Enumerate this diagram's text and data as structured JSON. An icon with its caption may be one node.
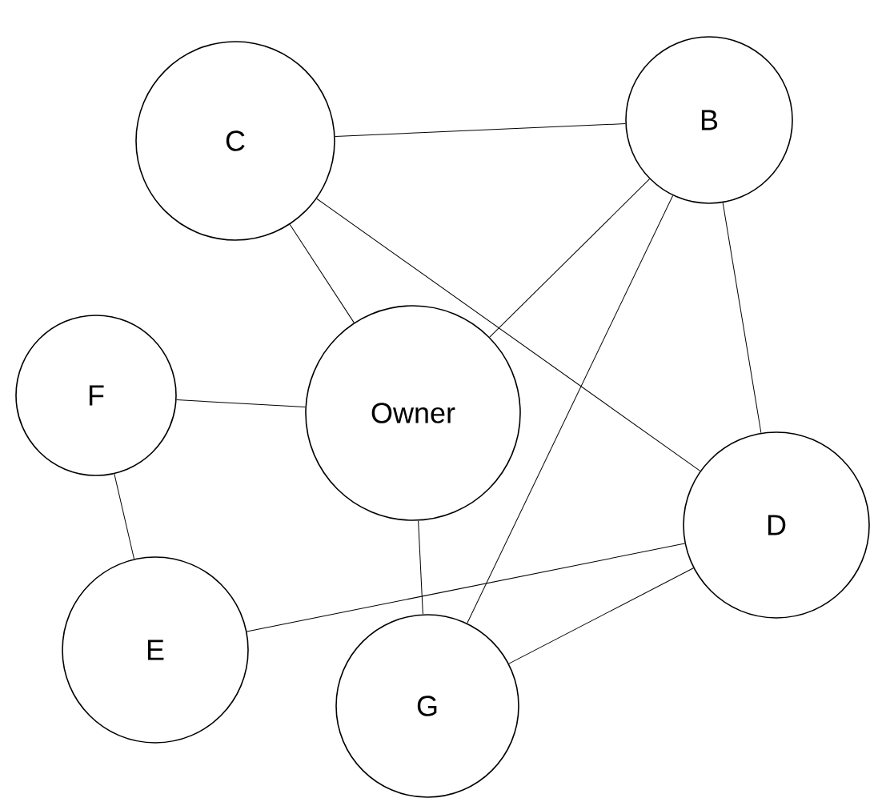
{
  "diagram": {
    "nodes": [
      {
        "text": [
          "C"
        ]
      },
      {
        "text": [
          "B"
        ]
      },
      {
        "text": [
          "Owner"
        ]
      },
      {
        "text": [
          "F"
        ]
      },
      {
        "text": [
          "D"
        ]
      },
      {
        "text": [
          "E"
        ]
      },
      {
        "text": [
          "G"
        ]
      }
    ],
    "edges": [
      {
        "from": 0,
        "to": 1,
        "arrow": "none"
      },
      {
        "from": 0,
        "to": 4,
        "arrow": "none"
      },
      {
        "from": 0,
        "to": 2,
        "arrow": "none"
      },
      {
        "from": 1,
        "to": 2,
        "arrow": "none"
      },
      {
        "from": 1,
        "to": 4,
        "arrow": "none"
      },
      {
        "from": 1,
        "to": 6,
        "arrow": "none"
      },
      {
        "from": 3,
        "to": 2,
        "arrow": "none"
      },
      {
        "from": 3,
        "to": 5,
        "arrow": "none"
      },
      {
        "from": 2,
        "to": 6,
        "arrow": "none"
      },
      {
        "from": 5,
        "to": 4,
        "arrow": "none"
      },
      {
        "from": 6,
        "to": 4,
        "arrow": "none"
      }
    ]
  }
}
